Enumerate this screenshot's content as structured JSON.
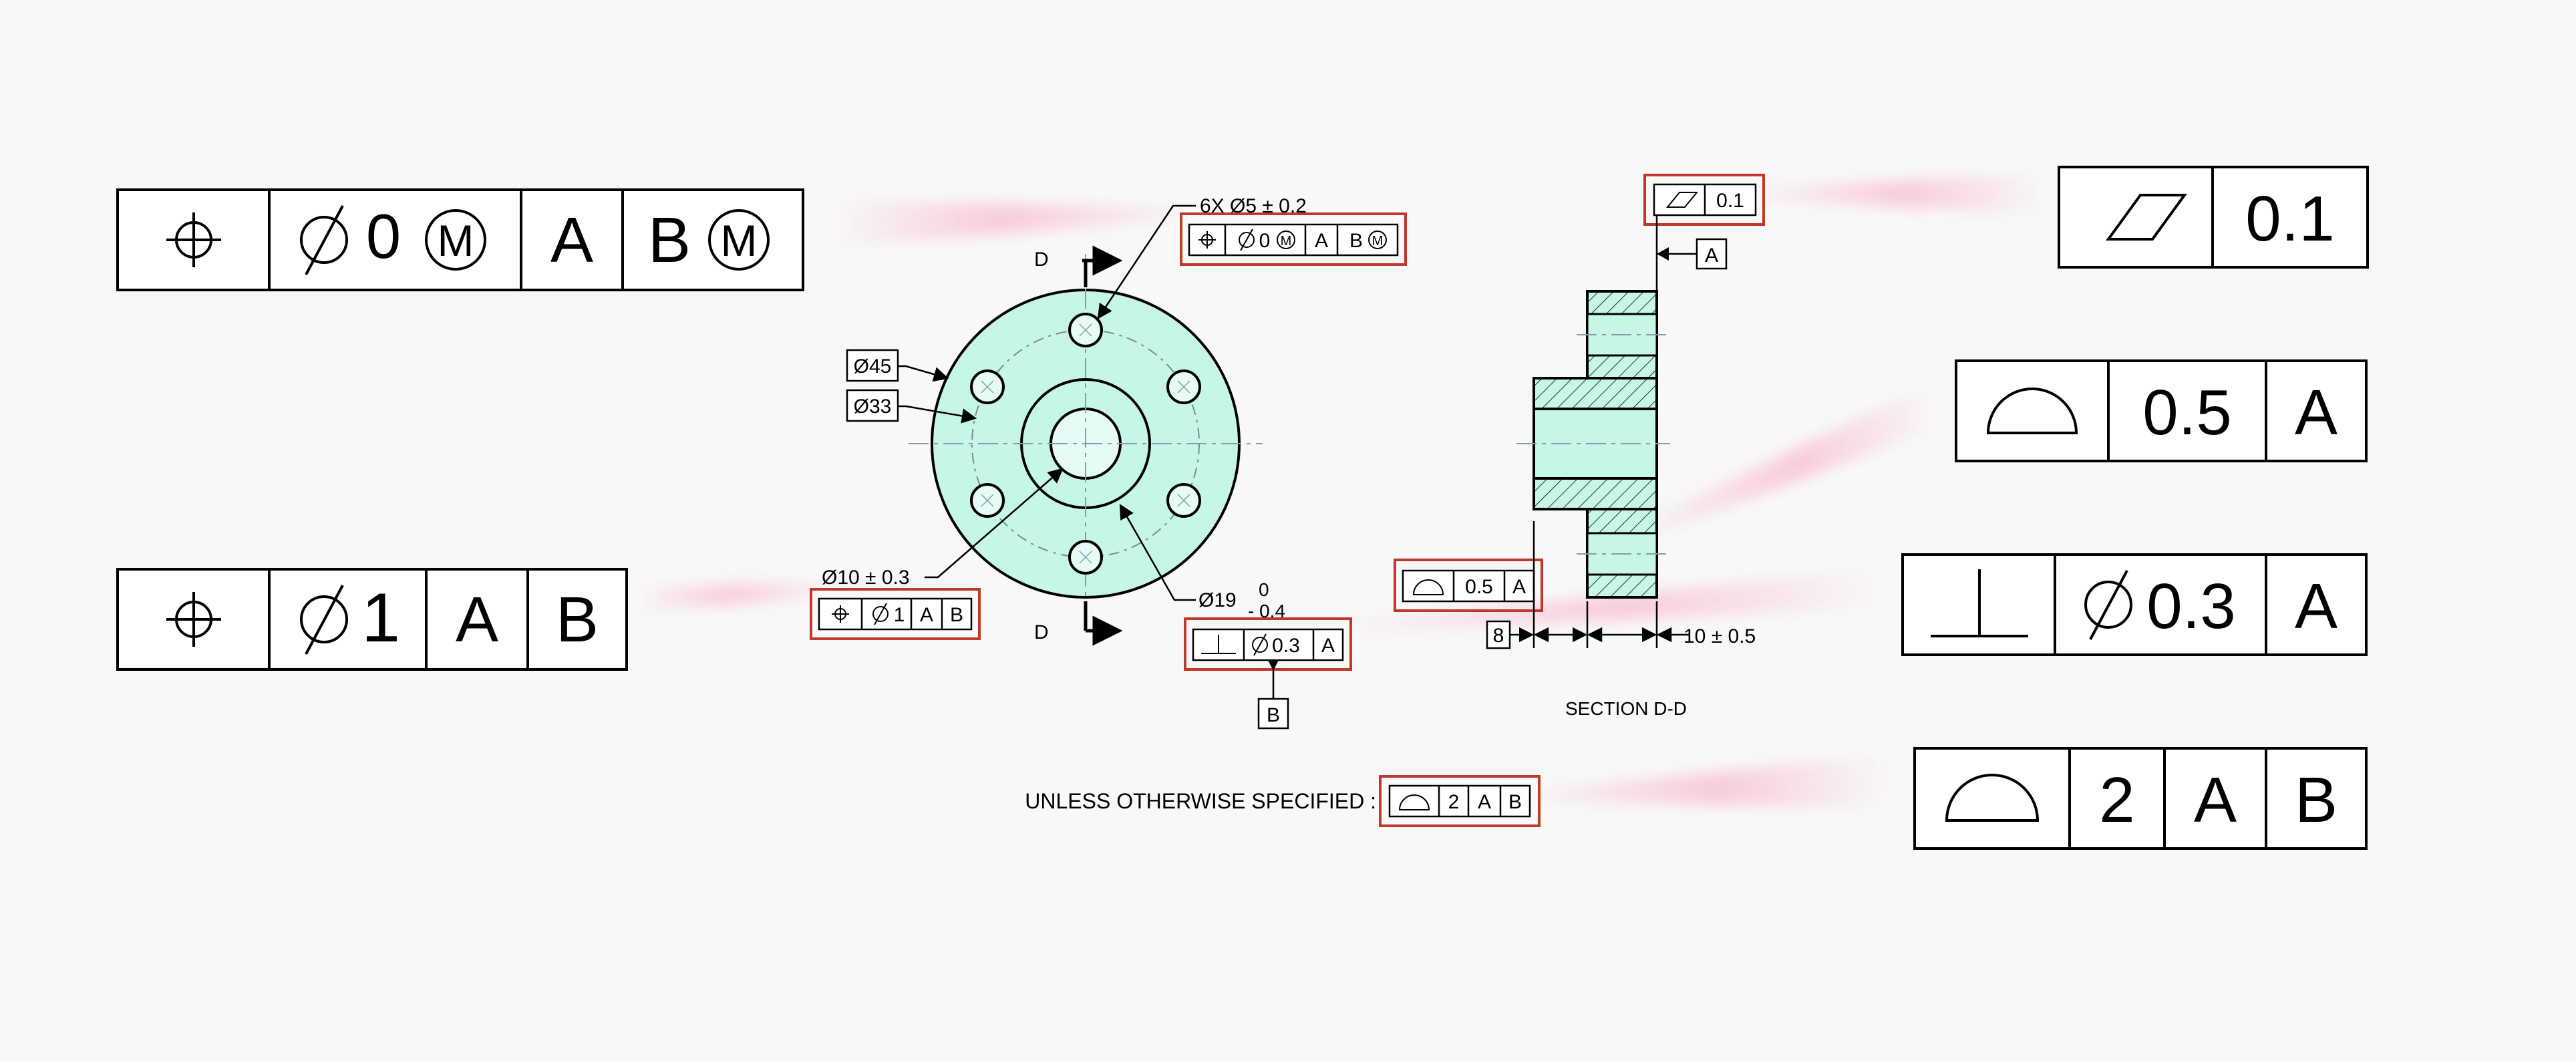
{
  "colors": {
    "background": "#f8f8f8",
    "part_fill": "#c6f6e6",
    "hatch_fill": "#c6f6e6",
    "highlight_box": "#c0392b",
    "pointer_glow": "#f7a8c6",
    "ink": "#000000",
    "center_line": "#8a9aa6"
  },
  "enlarged_frames": {
    "position_mmc": {
      "value": "0",
      "datum_a": "A",
      "datum_b": "B",
      "symbol": "position-icon",
      "modifier": "M"
    },
    "position": {
      "value": "1",
      "datum_a": "A",
      "datum_b": "B",
      "symbol": "position-icon"
    },
    "flatness": {
      "value": "0.1",
      "symbol": "flatness-icon"
    },
    "profile_surface_05": {
      "value": "0.5",
      "datum_a": "A",
      "symbol": "profile-surface-icon"
    },
    "perpendicularity": {
      "value": "0.3",
      "datum_a": "A",
      "symbol": "perpendicularity-icon"
    },
    "profile_surface_2": {
      "value": "2",
      "datum_a": "A",
      "datum_b": "B",
      "symbol": "profile-surface-icon"
    }
  },
  "front_view": {
    "section_label_top": "D",
    "section_label_bottom": "D",
    "holes_callout": "6X Ø5 ± 0.2",
    "dim_outer": "Ø45",
    "dim_bolt_circle": "Ø33",
    "dim_bore": "Ø10 ± 0.3",
    "dim_hub": "Ø19",
    "dim_hub_upper_tol": "0",
    "dim_hub_lower_tol": "- 0.4",
    "datum_b": "B",
    "fcf_holes": {
      "value": "0",
      "modifier": "M",
      "datum_a": "A",
      "datum_b": "B",
      "datum_b_modifier": "M"
    },
    "fcf_bore": {
      "value": "1",
      "datum_a": "A",
      "datum_b": "B"
    },
    "fcf_hub": {
      "value": "0.3",
      "datum_a": "A"
    }
  },
  "section_view": {
    "title": "SECTION D-D",
    "datum_a": "A",
    "fcf_flatness_value": "0.1",
    "fcf_profile_value": "0.5",
    "fcf_profile_datum": "A",
    "dim_hub_length": "8",
    "dim_flange_thickness": "10 ± 0.5"
  },
  "general_note": {
    "text": "UNLESS OTHERWISE SPECIFIED :",
    "value": "2",
    "datum_a": "A",
    "datum_b": "B"
  }
}
